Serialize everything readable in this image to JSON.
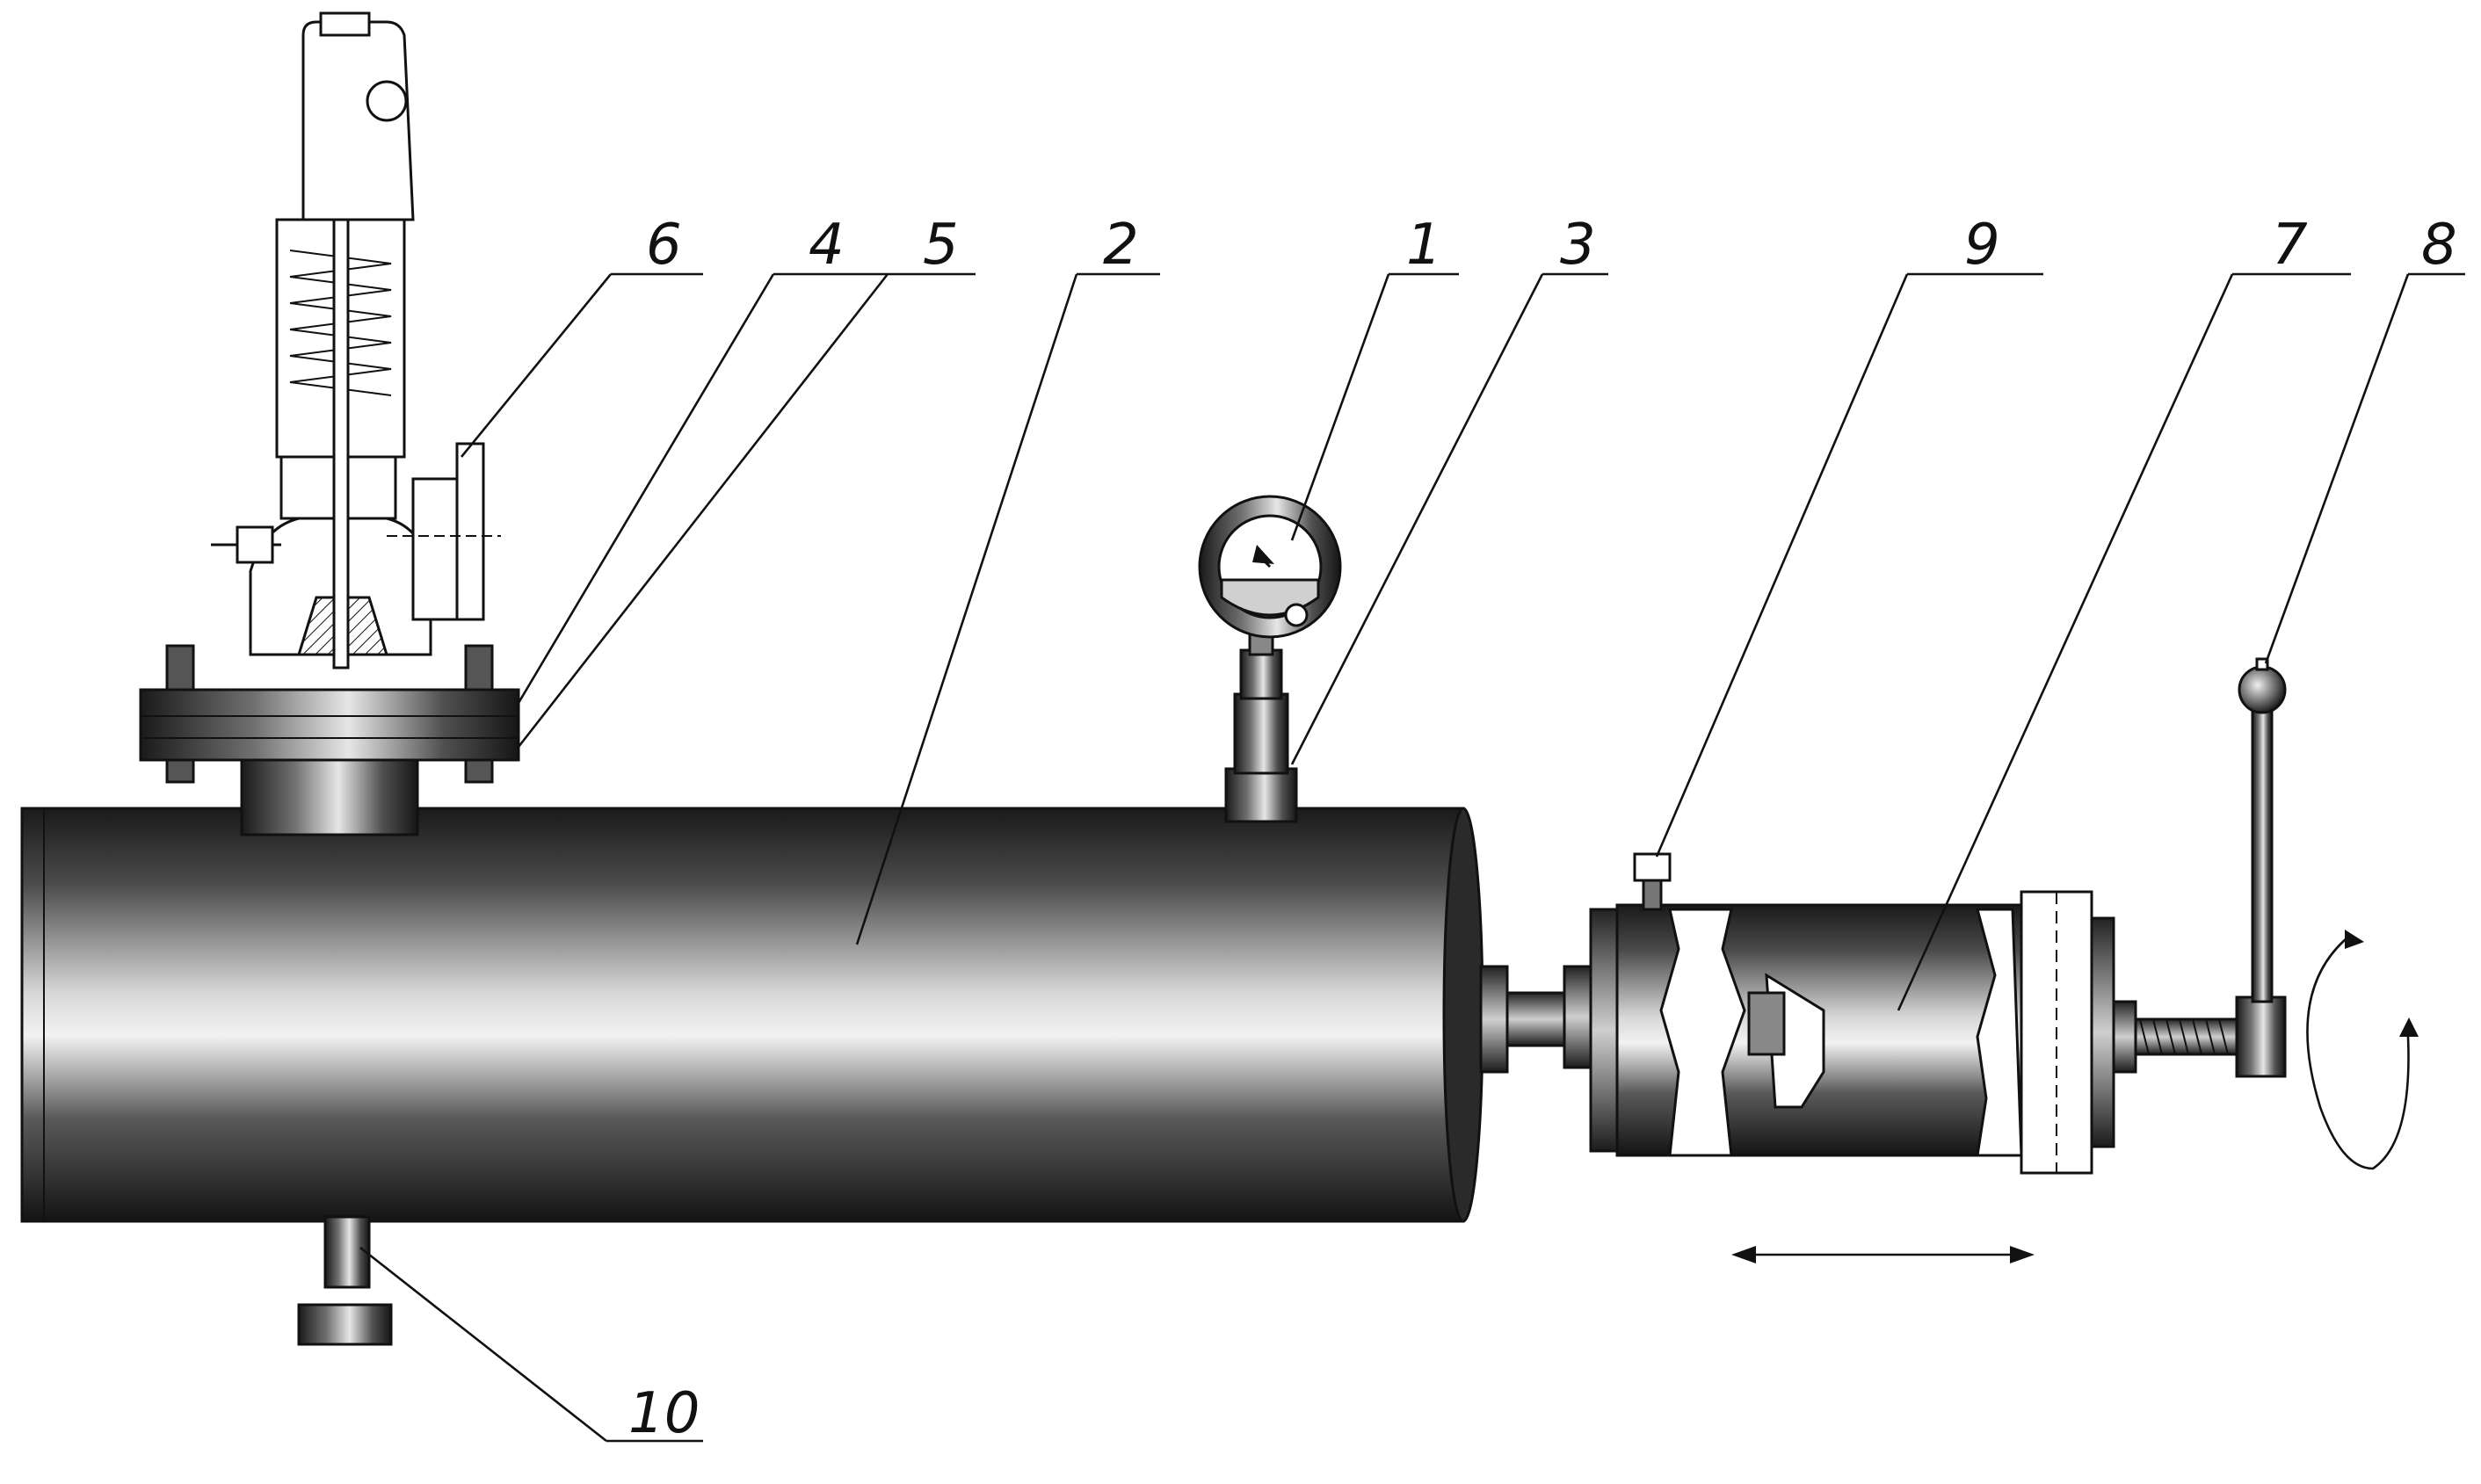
{
  "figure": {
    "callouts": [
      {
        "id": "1",
        "label": "1"
      },
      {
        "id": "2",
        "label": "2"
      },
      {
        "id": "3",
        "label": "3"
      },
      {
        "id": "4",
        "label": "4"
      },
      {
        "id": "5",
        "label": "5"
      },
      {
        "id": "6",
        "label": "6"
      },
      {
        "id": "7",
        "label": "7"
      },
      {
        "id": "8",
        "label": "8"
      },
      {
        "id": "9",
        "label": "9"
      },
      {
        "id": "10",
        "label": "10"
      }
    ]
  }
}
